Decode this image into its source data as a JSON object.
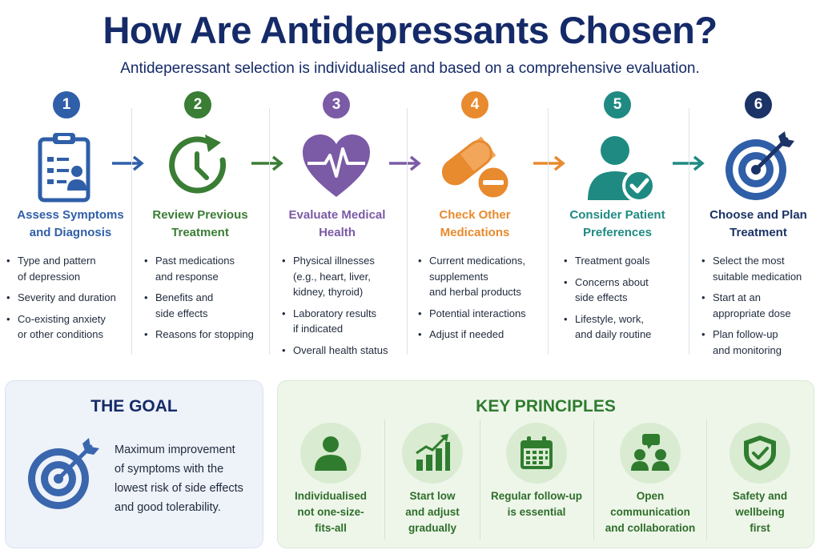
{
  "title": "How Are Antidepressants Chosen?",
  "subtitle": "Antideperessant selection is individualised and based on a comprehensive evaluation.",
  "colors": {
    "navy": "#152a68",
    "blue": "#2f5fa8",
    "green": "#3a7d35",
    "purple": "#7b5aa6",
    "orange": "#e88a2e",
    "teal": "#1f8a82",
    "dark_navy": "#1b3366",
    "key_green": "#2f7c2f"
  },
  "steps": [
    {
      "number": "1",
      "title_lines": [
        "Assess Symptoms",
        "and Diagnosis"
      ],
      "icon": "clipboard-icon",
      "bullets": [
        [
          "Type and pattern",
          "of depression"
        ],
        [
          "Severity and duration"
        ],
        [
          "Co-existing anxiety",
          "or other conditions"
        ]
      ]
    },
    {
      "number": "2",
      "title_lines": [
        "Review Previous",
        "Treatment"
      ],
      "icon": "history-clock-icon",
      "bullets": [
        [
          "Past medications",
          "and response"
        ],
        [
          "Benefits and",
          "side effects"
        ],
        [
          "Reasons for stopping"
        ]
      ]
    },
    {
      "number": "3",
      "title_lines": [
        "Evaluate Medical",
        "Health"
      ],
      "icon": "heart-pulse-icon",
      "bullets": [
        [
          "Physical illnesses",
          "(e.g., heart, liver,",
          "kidney, thyroid)"
        ],
        [
          "Laboratory results",
          "if indicated"
        ],
        [
          "Overall health status"
        ]
      ]
    },
    {
      "number": "4",
      "title_lines": [
        "Check Other",
        "Medications"
      ],
      "icon": "pill-capsule-icon",
      "bullets": [
        [
          "Current medications,",
          "supplements",
          "and herbal products"
        ],
        [
          "Potential interactions"
        ],
        [
          "Adjust if needed"
        ]
      ]
    },
    {
      "number": "5",
      "title_lines": [
        "Consider Patient",
        "Preferences"
      ],
      "icon": "patient-check-icon",
      "bullets": [
        [
          "Treatment goals"
        ],
        [
          "Concerns about",
          "side effects"
        ],
        [
          "Lifestyle, work,",
          "and daily routine"
        ]
      ]
    },
    {
      "number": "6",
      "title_lines": [
        "Choose and Plan",
        "Treatment"
      ],
      "icon": "target-arrow-icon",
      "bullets": [
        [
          "Select the most",
          "suitable medication"
        ],
        [
          "Start at an",
          "appropriate dose"
        ],
        [
          "Plan follow-up",
          "and monitoring"
        ]
      ]
    }
  ],
  "goal": {
    "title": "THE GOAL",
    "icon": "target-arrow-icon",
    "text_lines": [
      "Maximum improvement",
      "of symptoms with the",
      "lowest risk of side effects",
      "and good tolerability."
    ]
  },
  "key_principles": {
    "title": "KEY PRINCIPLES",
    "items": [
      {
        "icon": "person-icon",
        "label_lines": [
          "Individualised",
          "not one-size-",
          "fits-all"
        ]
      },
      {
        "icon": "growth-chart-icon",
        "label_lines": [
          "Start low",
          "and adjust",
          "gradually"
        ]
      },
      {
        "icon": "calendar-icon",
        "label_lines": [
          "Regular follow-up",
          "is essential"
        ]
      },
      {
        "icon": "conversation-icon",
        "label_lines": [
          "Open",
          "communication",
          "and collaboration"
        ]
      },
      {
        "icon": "shield-check-icon",
        "label_lines": [
          "Safety and",
          "wellbeing",
          "first"
        ]
      }
    ]
  }
}
